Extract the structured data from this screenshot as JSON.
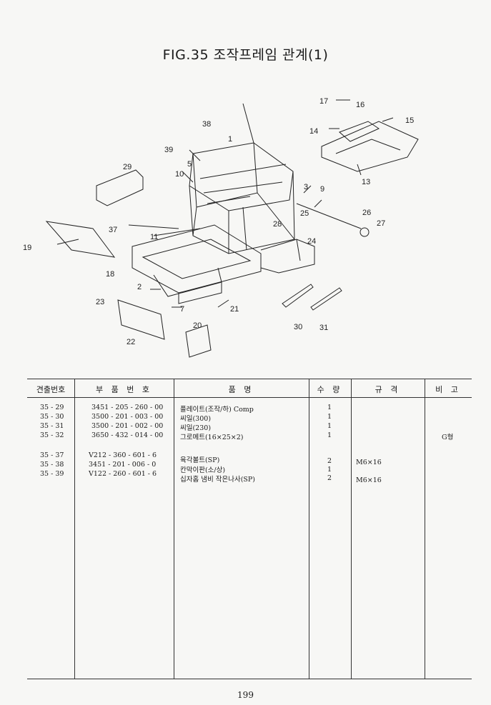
{
  "title": "FIG.35 조작프레임 관계(1)",
  "columns": [
    "견출번호",
    "부 품 번 호",
    "품 명",
    "수 량",
    "규 격",
    "비 고"
  ],
  "rows": [
    {
      "ref": "35 - 29",
      "part": "3451 - 205 - 260 - 00",
      "name": "플레이트(조작/하) Comp",
      "qty": "1",
      "spec": "",
      "note": ""
    },
    {
      "ref": "35 - 30",
      "part": "3500 - 201 - 003 - 00",
      "name": "씨일(300)",
      "qty": "1",
      "spec": "",
      "note": ""
    },
    {
      "ref": "35 - 31",
      "part": "3500 - 201 - 002 - 00",
      "name": "씨일(230)",
      "qty": "1",
      "spec": "",
      "note": ""
    },
    {
      "ref": "35 - 32",
      "part": "3650 - 432 - 014 - 00",
      "name": "그로메트(16×25×2)",
      "qty": "1",
      "spec": "",
      "note": "G형"
    },
    {
      "ref": "35 - 37",
      "part": "V212 - 360 - 601 - 6",
      "name": "육각볼트(SP)",
      "qty": "2",
      "spec": "M6×16",
      "note": ""
    },
    {
      "ref": "35 - 38",
      "part": "3451 - 201 - 006 - 0",
      "name": "칸막이판(소/상)",
      "qty": "1",
      "spec": "",
      "note": ""
    },
    {
      "ref": "35 - 39",
      "part": "V122 - 260 - 601 - 6",
      "name": "십자홈 냄비 작은나사(SP)",
      "qty": "2",
      "spec": "M6×16",
      "note": ""
    }
  ],
  "callouts": [
    "1",
    "2",
    "3",
    "5",
    "7",
    "9",
    "10",
    "11",
    "13",
    "14",
    "15",
    "16",
    "17",
    "18",
    "19",
    "20",
    "21",
    "22",
    "23",
    "24",
    "25",
    "26",
    "27",
    "28",
    "29",
    "30",
    "31",
    "37",
    "38",
    "39"
  ],
  "page_number": "199"
}
